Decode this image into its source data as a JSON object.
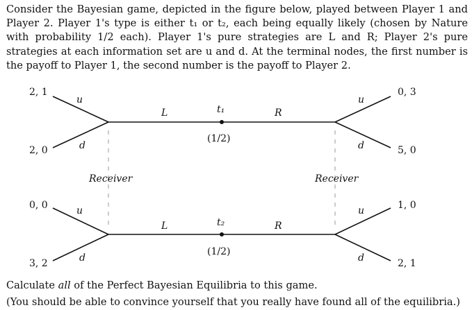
{
  "problem": {
    "intro": "Consider the Bayesian game, depicted in the figure below, played between Player 1 and Player 2. Player 1's type is either t₁ or t₂, each being equally likely (chosen by Nature with probability 1/2 each). Player 1's pure strategies are L and R; Player 2's pure strategies at each information set are u and d. At the terminal nodes, the first number is the payoff to Player 1, the second number is the payoff to Player 2."
  },
  "figure": {
    "top_type": "t₁",
    "bottom_type": "t₂",
    "top_prob": "(1/2)",
    "bottom_prob": "(1/2)",
    "left_action": "L",
    "right_action": "R",
    "up_action": "u",
    "down_action": "d",
    "receiver_label": "Receiver",
    "payoffs": {
      "top_left_u": "2, 1",
      "top_left_d": "2, 0",
      "top_right_u": "0, 3",
      "top_right_d": "5, 0",
      "bottom_left_u": "0, 0",
      "bottom_left_d": "3, 2",
      "bottom_right_u": "1, 0",
      "bottom_right_d": "2, 1"
    }
  },
  "footer": {
    "line1_pre": "Calculate ",
    "line1_em": "all",
    "line1_post": " of the Perfect Bayesian Equilibria to this game.",
    "line2": "(You should be able to convince yourself that you really have found all of the equilibria.)"
  }
}
